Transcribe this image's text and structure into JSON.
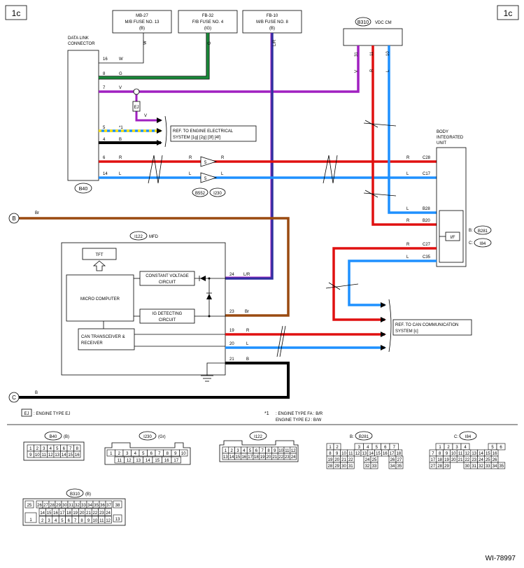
{
  "page": {
    "tag_left": "1c",
    "tag_right": "1c",
    "doc_id": "WI-78997"
  },
  "colors": {
    "W": "#ffffff",
    "G": "#1a8a3a",
    "V": "#a020c0",
    "B": "#000000",
    "R": "#e01010",
    "L": "#1e90ff",
    "Br": "#9a4a10",
    "LR": "#3030a0",
    "Y": "#ffe000"
  },
  "fuses": [
    {
      "line1": "MB-27",
      "line2": "M/B FUSE NO. 13",
      "line3": "(B)",
      "wire": "W"
    },
    {
      "line1": "FB-32",
      "line2": "F/B FUSE NO. 4",
      "line3": "(IG)",
      "wire": "G"
    },
    {
      "line1": "FB-10",
      "line2": "M/B FUSE NO. 8",
      "line3": "(B)",
      "wire": "L/R"
    }
  ],
  "vdc": {
    "connector": "B310",
    "label": "VDC CM",
    "pins": [
      "31",
      "11",
      "10"
    ],
    "wires": [
      "V",
      "R",
      "L"
    ]
  },
  "dlc": {
    "label_1": "DATA LINK",
    "label_2": "CONNECTOR",
    "connector": "B40",
    "pins": [
      {
        "pin": "16",
        "wire": "W"
      },
      {
        "pin": "8",
        "wire": "G"
      },
      {
        "pin": "7",
        "wire": "V"
      },
      {
        "pin": "5",
        "wire": "*1"
      },
      {
        "pin": "4",
        "wire": "B"
      },
      {
        "pin": "6",
        "wire": "R"
      },
      {
        "pin": "14",
        "wire": "L"
      }
    ]
  },
  "ej_box": "EJ",
  "ref_engine": {
    "line1": "REF. TO ENGINE ELECTRICAL",
    "line2": "SYSTEM [1g] [2g] [3f] [4f]"
  },
  "joint": {
    "c1": "B552",
    "c2": "I230",
    "wire_in_r": "R",
    "wire_in_l": "L",
    "wire_out_r": "R",
    "wire_out_l": "L"
  },
  "biu": {
    "line1": "BODY",
    "line2": "INTEGRATED",
    "line3": "UNIT",
    "pins": [
      {
        "pin": "C28",
        "wire": "R"
      },
      {
        "pin": "C17",
        "wire": "L"
      },
      {
        "pin": "B28",
        "wire": "L"
      },
      {
        "pin": "B20",
        "wire": "R"
      },
      {
        "pin": "C27",
        "wire": "R"
      },
      {
        "pin": "C35",
        "wire": "L"
      }
    ],
    "if_label": "I/F",
    "conn_b_prefix": "B:",
    "conn_b": "B281",
    "conn_c_prefix": "C:",
    "conn_c": "I84"
  },
  "b_node": {
    "label": "B",
    "wire": "Br"
  },
  "c_node": {
    "label": "C",
    "wire": "B"
  },
  "mfd": {
    "connector": "I122",
    "label": "MFD",
    "tft": "TFT",
    "micro": "MICRO COMPUTER",
    "cv_1": "CONSTANT VOLTAGE",
    "cv_2": "CIRCUIT",
    "ig_1": "IG DETECTING",
    "ig_2": "CIRCUIT",
    "can_1": "CAN TRANSCEIVER &",
    "can_2": "RECEIVER",
    "pins": [
      {
        "pin": "24",
        "wire": "L/R"
      },
      {
        "pin": "23",
        "wire": "Br"
      },
      {
        "pin": "19",
        "wire": "R"
      },
      {
        "pin": "20",
        "wire": "L"
      },
      {
        "pin": "21",
        "wire": "B"
      }
    ]
  },
  "ref_can": {
    "line1": "REF. TO CAN COMMUNICATION",
    "line2": "SYSTEM [c]"
  },
  "legend": {
    "ej": "EJ",
    "ej_text": ": ENGINE TYPE EJ",
    "note_star": "*1",
    "note_1": ": ENGINE TYPE FA : B/R",
    "note_2": "ENGINE TYPE EJ : B/W"
  },
  "connectors": {
    "b40": {
      "id": "B40",
      "suffix": "(B)",
      "row1": [
        "1",
        "2",
        "3",
        "4",
        "5",
        "6",
        "7",
        "8"
      ],
      "row2": [
        "9",
        "10",
        "11",
        "12",
        "13",
        "14",
        "15",
        "16"
      ]
    },
    "i230": {
      "id": "I230",
      "suffix": "(Gr)",
      "row1": [
        "1",
        "2",
        "3",
        "4",
        "5",
        "6",
        "7",
        "8",
        "9",
        "10"
      ],
      "row2": [
        "11",
        "12",
        "13",
        "14",
        "15",
        "16",
        "17"
      ]
    },
    "i122": {
      "id": "I122",
      "suffix": "",
      "row1": [
        "1",
        "2",
        "3",
        "4",
        "5",
        "6",
        "7",
        "8",
        "9",
        "10",
        "11",
        "12"
      ],
      "row2": [
        "13",
        "14",
        "15",
        "16",
        "17",
        "18",
        "19",
        "20",
        "21",
        "22",
        "23",
        "24"
      ]
    },
    "b281": {
      "prefix": "B:",
      "id": "B281",
      "rows": [
        [
          "1",
          "2",
          "3",
          "4",
          "5",
          "6",
          "7"
        ],
        [
          "8",
          "9",
          "10",
          "11",
          "12",
          "13",
          "14",
          "15",
          "16",
          "17",
          "18"
        ],
        [
          "19",
          "20",
          "21",
          "22",
          "24",
          "25",
          "26",
          "27"
        ],
        [
          "28",
          "29",
          "30",
          "31",
          "32",
          "33",
          "34",
          "35"
        ]
      ]
    },
    "i84": {
      "prefix": "C:",
      "id": "I84",
      "rows": [
        [
          "1",
          "2",
          "3",
          "4",
          "5",
          "6"
        ],
        [
          "7",
          "8",
          "9",
          "10",
          "11",
          "12",
          "13",
          "14",
          "15",
          "16"
        ],
        [
          "17",
          "18",
          "19",
          "20",
          "21",
          "22",
          "23",
          "24",
          "25",
          "26"
        ],
        [
          "27",
          "28",
          "29",
          "30",
          "31",
          "32",
          "33",
          "34",
          "35"
        ]
      ]
    },
    "b310": {
      "id": "B310",
      "suffix": "(B)",
      "rows": [
        [
          "25",
          "26",
          "27",
          "28",
          "29",
          "30",
          "31",
          "32",
          "33",
          "34",
          "35",
          "36",
          "37",
          "38"
        ],
        [
          "14",
          "15",
          "16",
          "17",
          "18",
          "19",
          "20",
          "21",
          "22",
          "23",
          "24"
        ],
        [
          "1",
          "2",
          "3",
          "4",
          "5",
          "6",
          "7",
          "8",
          "9",
          "10",
          "11",
          "12",
          "13"
        ]
      ]
    }
  }
}
